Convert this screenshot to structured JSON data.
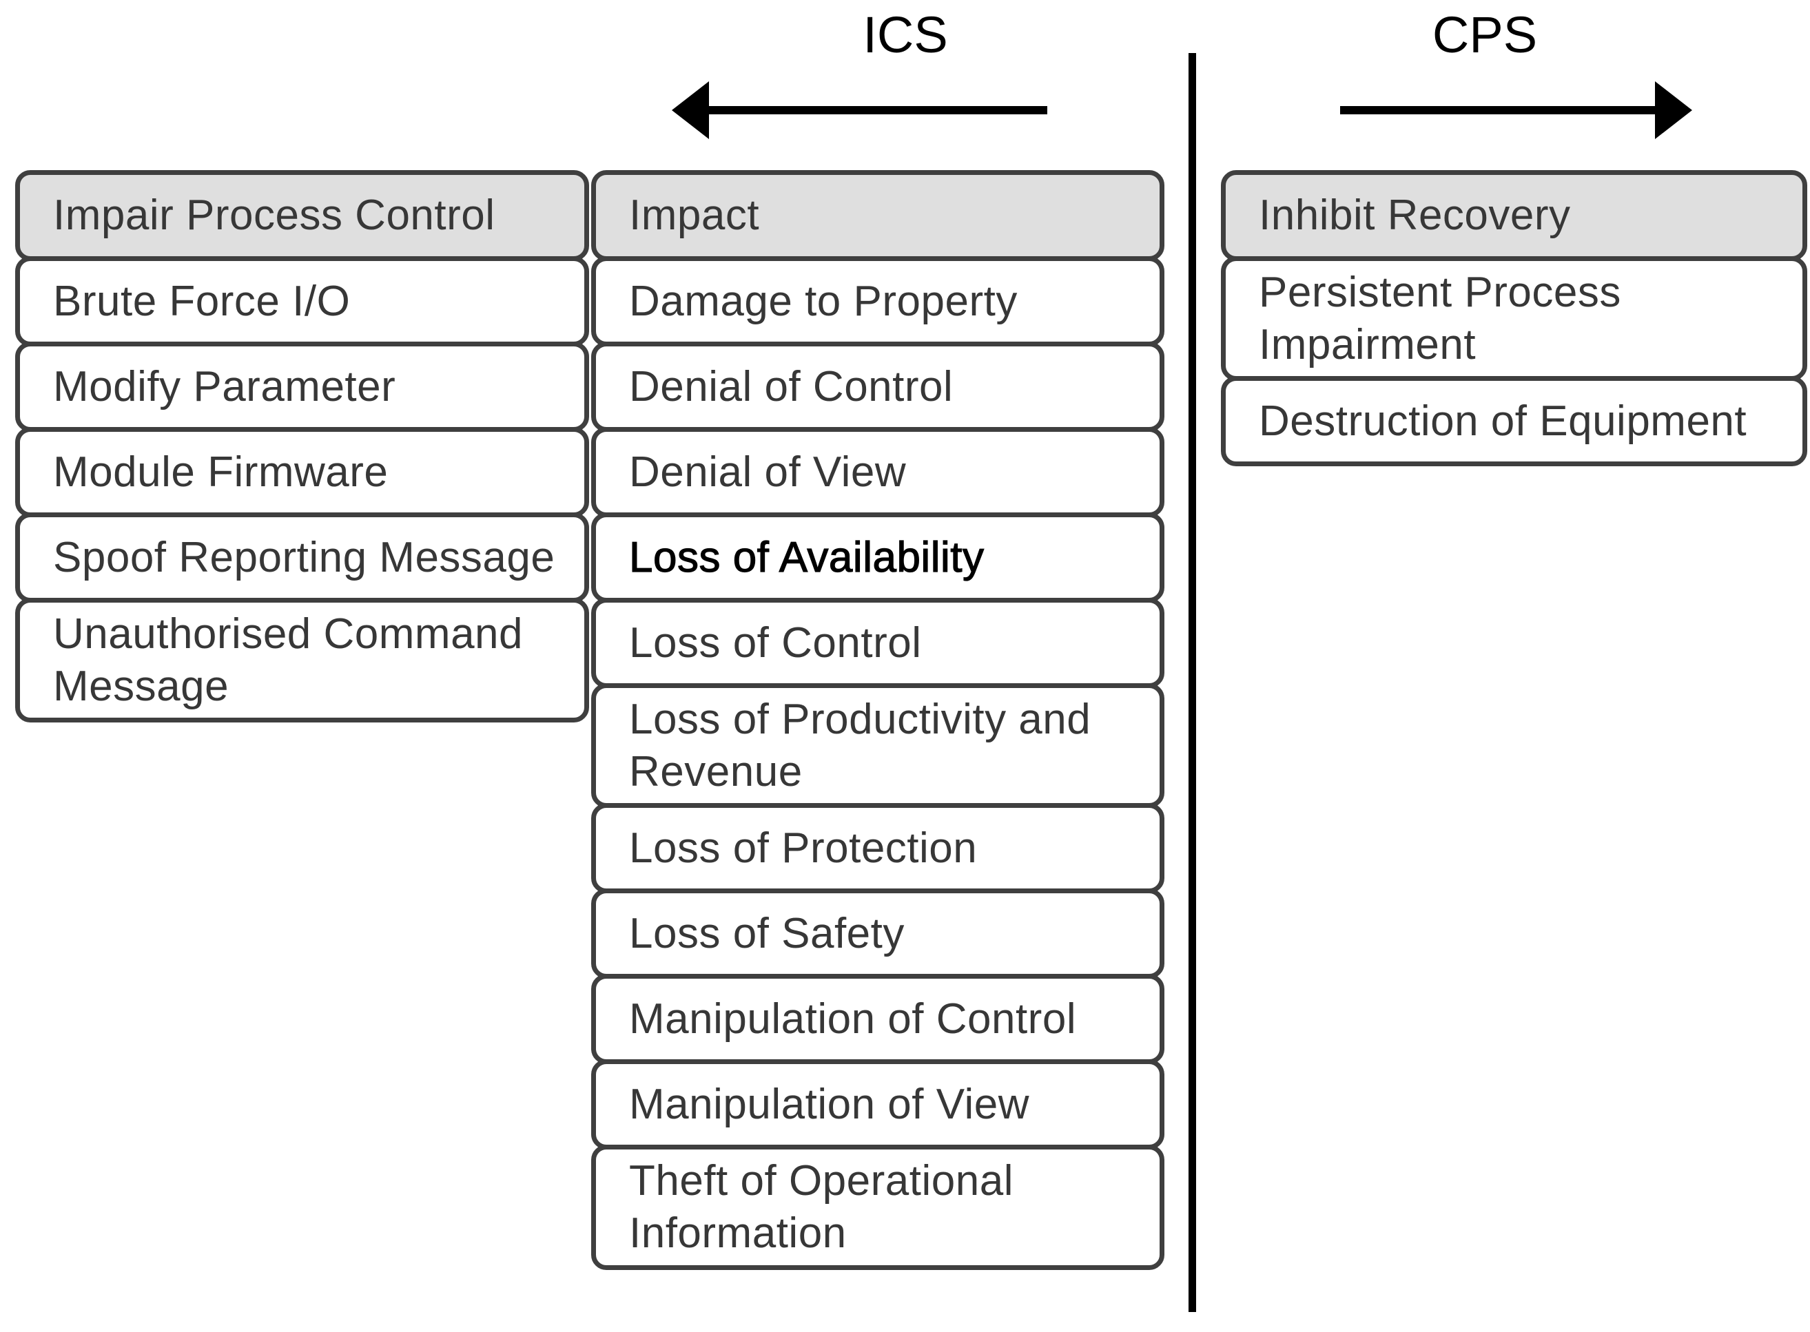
{
  "zones": {
    "ics_label": "ICS",
    "cps_label": "CPS"
  },
  "colors": {
    "background": "#ffffff",
    "table_border": "#3f3f3f",
    "header_background": "#dfdfdf",
    "cell_text": "#373737",
    "emphasis_text": "#000000",
    "divider_and_arrows": "#000000"
  },
  "tables": [
    {
      "id": "impair-process-control",
      "header": "Impair Process Control",
      "rows": [
        {
          "text": "Brute Force I/O"
        },
        {
          "text": "Modify Parameter"
        },
        {
          "text": "Module Firmware"
        },
        {
          "text": "Spoof Reporting Message"
        },
        {
          "text": "Unauthorised Command Message"
        }
      ]
    },
    {
      "id": "impact",
      "header": "Impact",
      "rows": [
        {
          "text": "Damage to Property"
        },
        {
          "text": "Denial of Control"
        },
        {
          "text": "Denial of View"
        },
        {
          "text": "Loss of Availability",
          "emphasis": true
        },
        {
          "text": "Loss of Control"
        },
        {
          "text": "Loss of Productivity and Revenue"
        },
        {
          "text": "Loss of Protection"
        },
        {
          "text": "Loss of Safety"
        },
        {
          "text": "Manipulation of Control"
        },
        {
          "text": "Manipulation of View"
        },
        {
          "text": "Theft of Operational Information"
        }
      ]
    },
    {
      "id": "inhibit-recovery",
      "header": "Inhibit Recovery",
      "rows": [
        {
          "text": "Persistent Process Impairment"
        },
        {
          "text": "Destruction of Equipment"
        }
      ]
    }
  ]
}
